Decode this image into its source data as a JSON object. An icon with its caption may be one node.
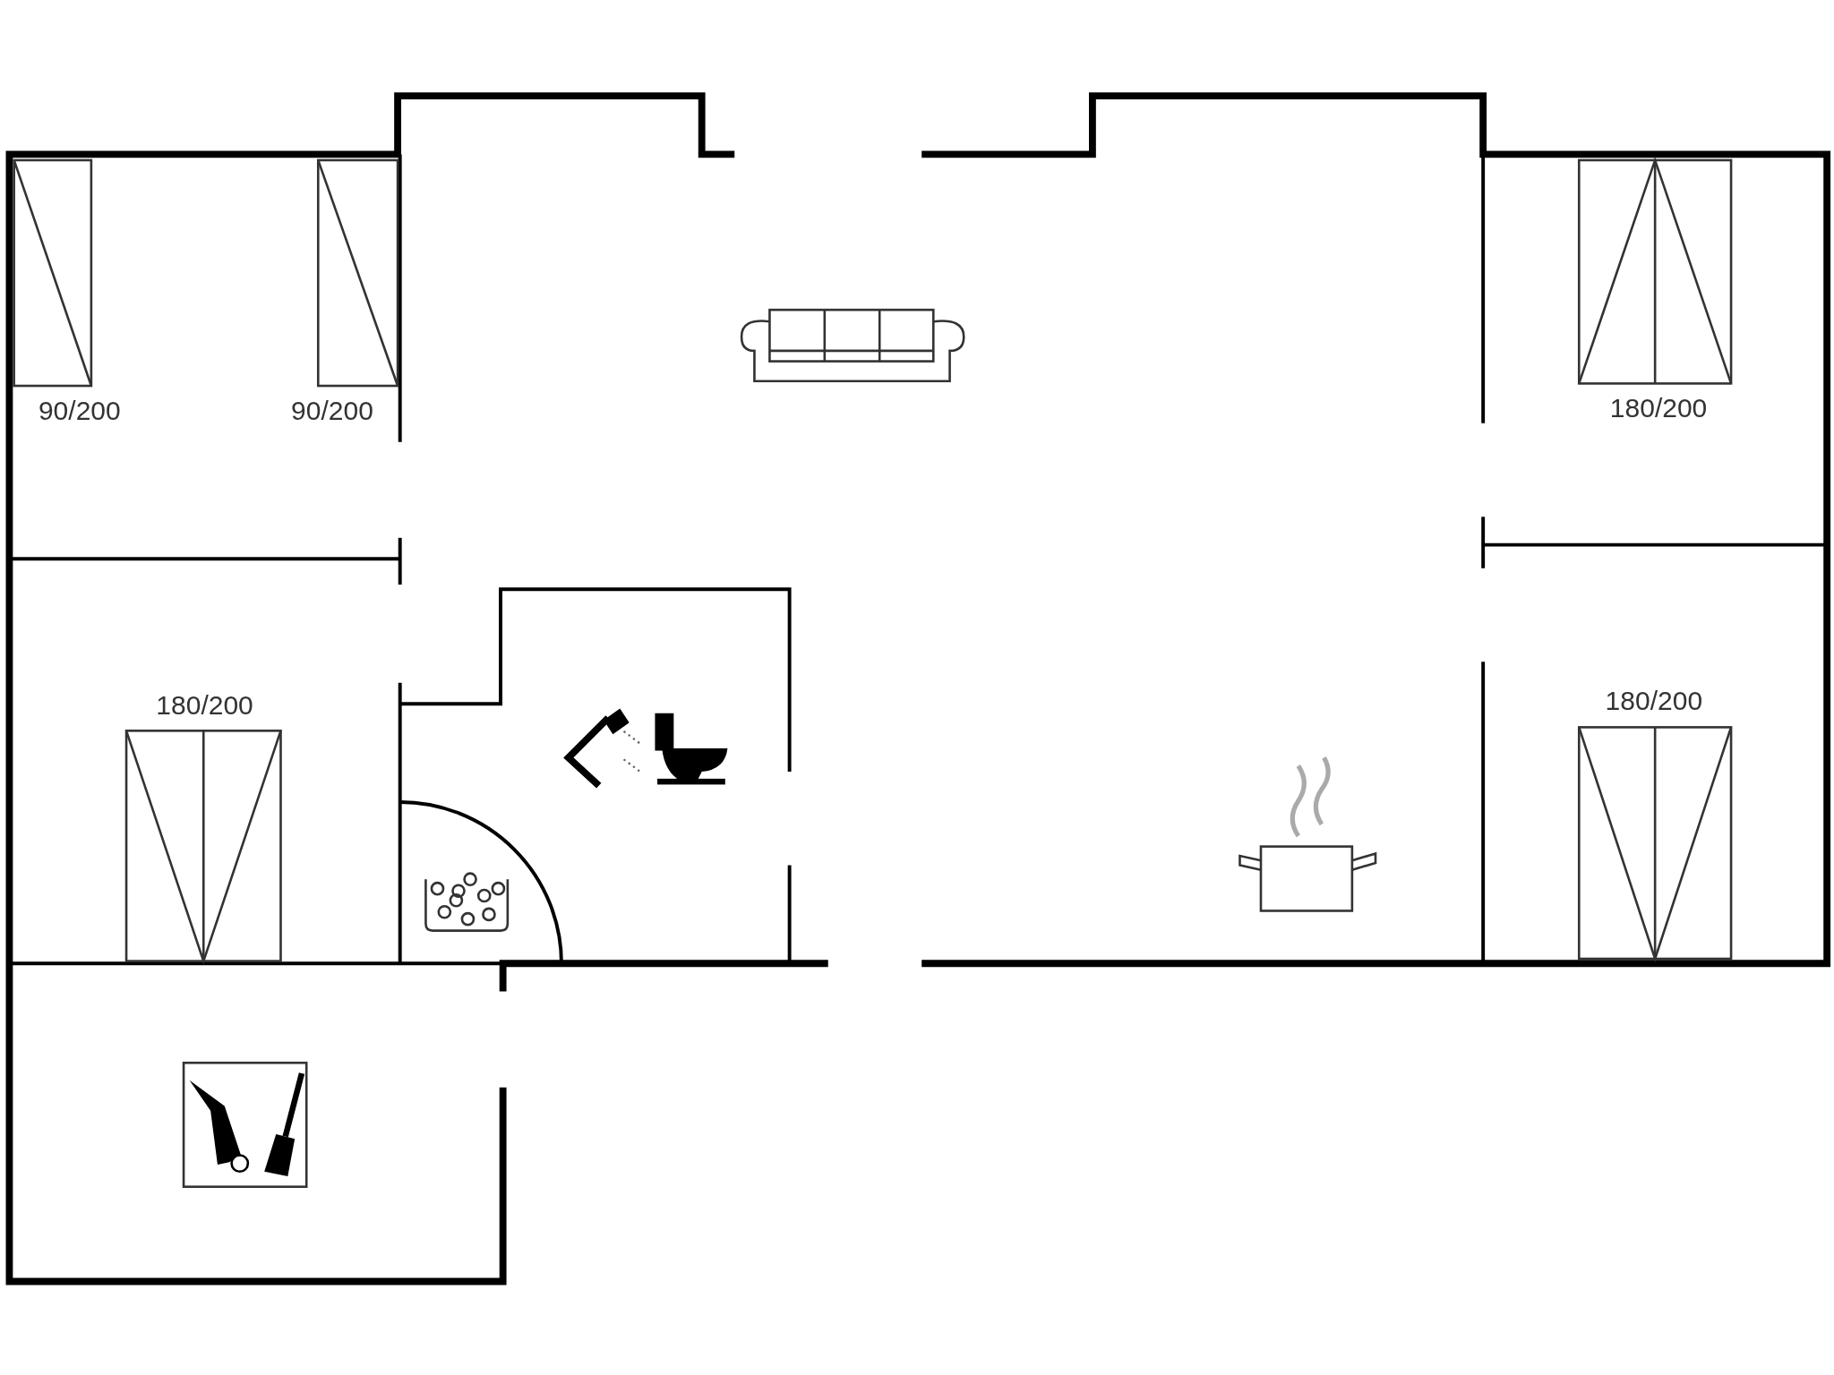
{
  "diagram": {
    "labels": [
      "90/200",
      "90/200",
      "180/200",
      "180/200",
      "180/200"
    ]
  }
}
